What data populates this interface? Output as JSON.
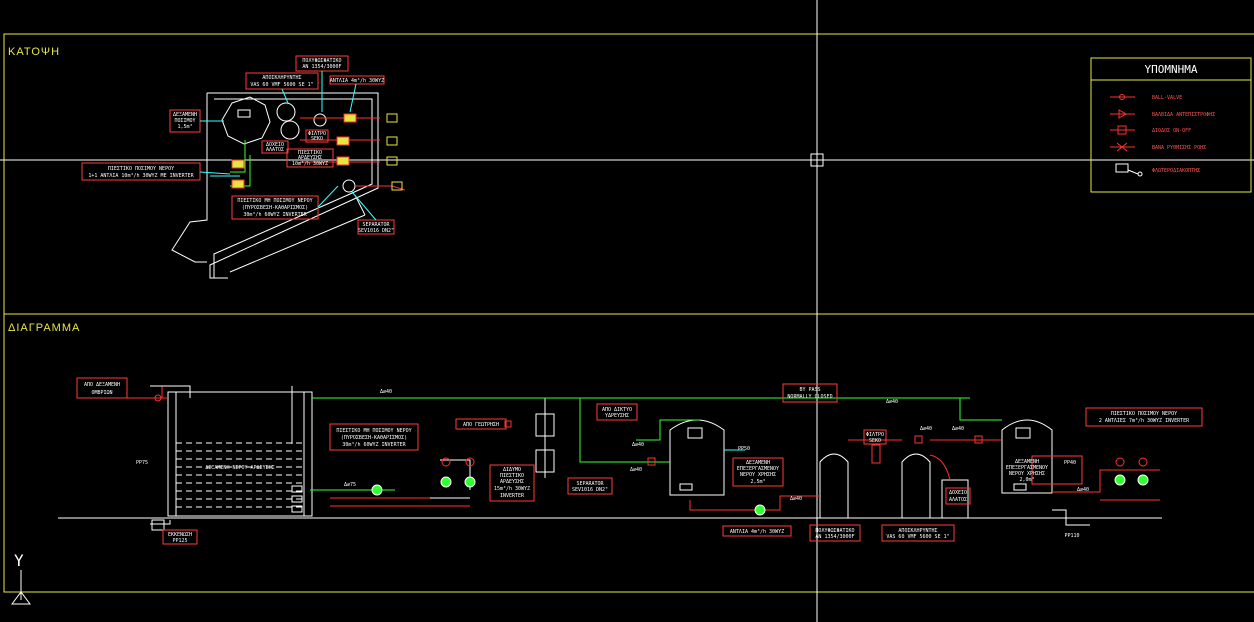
{
  "colors": {
    "background": "#000000",
    "frame": "#e6e640",
    "crosshair": "#ffffff",
    "label_text": "#ffffff",
    "label_box": "#ff3b3b",
    "pipe_red": "#ff3030",
    "pipe_green": "#33ff33",
    "pipe_cyan": "#33ffff",
    "pipe_yellow": "#ffff33",
    "equipment": "#ffffff"
  },
  "sections": {
    "plan_title": "ΚΑΤΟΨΗ",
    "diagram_title": "ΔΙΑΓΡΑΜΜΑ"
  },
  "legend": {
    "title": "ΥΠΟΜΝΗΜΑ",
    "items": [
      {
        "label": "BALL-VALVE",
        "icon": "ball-valve-icon"
      },
      {
        "label": "ΒΑΛΒΙΔΑ ΑΝΤΕΠΙΣΤΡΟΦΗΣ",
        "icon": "check-valve-icon"
      },
      {
        "label": "ΔΙΟΔΟΣ ON-OFF",
        "icon": "on-off-valve-icon"
      },
      {
        "label": "ΒΑΝΑ ΡΥΘΜΙΣΗΣ ΡΟΗΣ",
        "icon": "flow-regulating-valve-icon"
      },
      {
        "label": "ΦΛΩΤΕΡΟΔΙΑΚΟΠΤΗΣ",
        "icon": "float-switch-icon"
      }
    ]
  },
  "plan_labels": {
    "polyphosphate": [
      "ΠΟΛΥΦΩΣΦΑΤΙΚΟ",
      "ΑΝ 1354/3000F"
    ],
    "softener": [
      "ΑΠΟΣΚΛΗΡΥΝΤΗΣ",
      "VAS 60 VMF 5600 SE 1\""
    ],
    "pump_pair": "ΑΝΤΛΙΑ 4m³/h 30WYZ",
    "tank": [
      "ΔΕΞΑΜΕΝΗ",
      "ΠΟΣΙΜΟΥ",
      "1,5m³"
    ],
    "filter": [
      "ΦΙΛΤΡΟ",
      "SEKO"
    ],
    "salt": [
      "ΔΟΧΕΙΟ",
      "ΑΛΑΤΟΣ"
    ],
    "booster": [
      "ΠΙΕΣΤΙΚΟ",
      "ΑΡΔΕΥΣΗΣ",
      "10m³/h 30WYZ"
    ],
    "drinking_pump": [
      "ΠΙΕΣΤΙΚΟ ΠΟΣΙΜΟΥ ΝΕΡΟΥ",
      "1+1 ΑΝΤΛΙΑ 10m³/h 30WYZ ΜΕ INVERTER"
    ],
    "nonpotable_pump": [
      "ΠΙΕΣΤΙΚΟ ΜΗ ΠΟΣΙΜΟΥ ΝΕΡΟΥ",
      "(ΠΥΡΟΣΒΕΣΗ-ΚΑΘΑΡΙΣΜΟΣ)",
      "30m³/h 60WYZ INVERTER"
    ],
    "separator": [
      "SEPARATOR",
      "SEV1016 DN2\""
    ]
  },
  "diagram_labels": {
    "rainwater": [
      "ΑΠΟ ΔΕΞΑΜΕΝΗ",
      "ΟΜΒΡΙΩΝ"
    ],
    "irrigation_tank": "ΔΕΞΑΜΕΝΗ ΝΕΡΟΥ ΑΡΔΕΥΣΗΣ",
    "pp75": "PP75",
    "nonpotable_pump": [
      "ΠΙΕΣΤΙΚΟ ΜΗ ΠΟΣΙΜΟΥ ΝΕΡΟΥ",
      "(ΠΥΡΟΣΒΕΣΗ-ΚΑΘΑΡΙΣΜΟΣ)",
      "30m³/h 60WYZ INVERTER"
    ],
    "drain": [
      "ΕΚΚΕΝΩΣΗ",
      "PP125"
    ],
    "from_drilling": "ΑΠΟ ΓΕΩΤΡΗΣΗ",
    "irrigation_pump": [
      "ΔΙΔΥΜΟ",
      "ΠΙΕΣΤΙΚΟ",
      "ΑΡΔΕΥΣΗΣ",
      "15m³/h 30WYZ",
      "INVERTER"
    ],
    "separator": [
      "SEPARATOR",
      "SEV1016 DN2\""
    ],
    "from_network": [
      "ΑΠΟ ΔΙΚΤΥΟ",
      "ΥΔΡΕΥΣΗΣ"
    ],
    "storage_tank": [
      "ΔΕΞΑΜΕΝΗ",
      "ΕΠΕΞΕΡΓΑΣΜΕΝΟΥ",
      "ΝΕΡΟΥ ΧΡΗΣΗΣ",
      "2,5m³"
    ],
    "pump_4": "ΑΝΤΛΙΑ 4m³/h 30WYZ",
    "bypass": [
      "BY PASS",
      "NORMALLY CLOSED"
    ],
    "polyphosphate": [
      "ΠΟΛΥΦΩΣΦΑΤΙΚΟ",
      "ΑΝ 1354/3000F"
    ],
    "filter": [
      "ΦΙΛΤΡΟ",
      "SEKO"
    ],
    "softener": [
      "ΑΠΟΣΚΛΗΡΥΝΤΗΣ",
      "VAS 60 VMF 5600 SE 1\""
    ],
    "salt": [
      "ΔΟΧΕΙΟ",
      "ΑΛΑΤΟΣ"
    ],
    "treated_tank": [
      "ΔΕΞΑΜΕΝΗ",
      "ΕΠΕΞΕΡΓΑΣΜΕΝΟΥ",
      "ΝΕΡΟΥ ΧΡΗΣΗΣ",
      "2,0m³"
    ],
    "drinking_pump": [
      "ΠΙΕΣΤΙΚΟ ΠΟΣΙΜΟΥ ΝΕΡΟΥ",
      "2 ΑΝΤΛΙΕΣ 7m³/h 30WYZ INVERTER"
    ],
    "pp110": "PP110",
    "pp50": "PP50",
    "pp40": "PP40",
    "pipe_tags": [
      "Δ∅40",
      "Δ∅40",
      "Δ∅40",
      "Δ∅40",
      "Δ∅40",
      "Δ∅75",
      "Δ∅40",
      "Δ∅40",
      "Δ∅40"
    ]
  },
  "ucs": {
    "y_axis": "Y"
  }
}
